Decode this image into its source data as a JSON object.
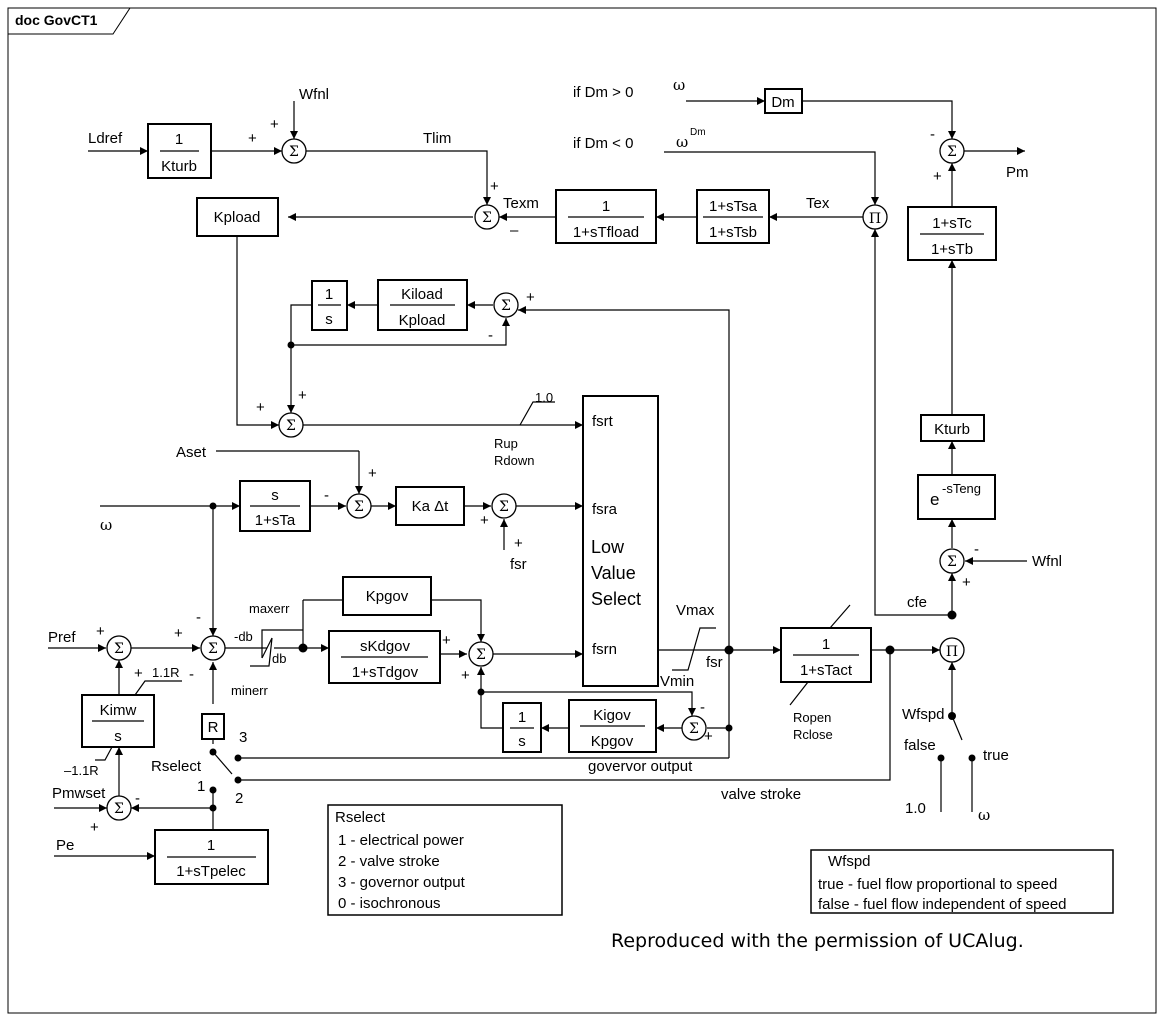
{
  "frame": {
    "title": "doc GovCT1"
  },
  "inputs": {
    "ldref": "Ldref",
    "wfnl_top": "Wfnl",
    "aset": "Aset",
    "omega_main": "ω",
    "pref": "Pref",
    "pmwset": "Pmwset",
    "pe": "Pe",
    "wfnl_right": "Wfnl",
    "omega_dm_pos": "ω",
    "omega_dm_neg": "ω",
    "omega_dm_sup": "Dm",
    "fsr_in": "fsr",
    "omega_wfspd": "ω"
  },
  "conditions": {
    "dm_pos": "if Dm > 0",
    "dm_neg": "if Dm < 0"
  },
  "outputs": {
    "pm": "Pm"
  },
  "blocks": {
    "kturb_left": {
      "num": "1",
      "den": "Kturb"
    },
    "kpload": "Kpload",
    "tfload": {
      "num": "1",
      "den": "1+sTfload"
    },
    "tsa_tsb": {
      "num": "1+sTsa",
      "den": "1+sTsb"
    },
    "dm": "Dm",
    "tc_tb": {
      "num": "1+sTc",
      "den": "1+sTb"
    },
    "integrator_load": {
      "num": "1",
      "den": "s"
    },
    "kiload": {
      "num": "Kiload",
      "den": "Kpload"
    },
    "ta": {
      "num": "s",
      "den": "1+sTa"
    },
    "ka_dt": "Ka Δt",
    "kpgov": "Kpgov",
    "kdgov": {
      "num": "sKdgov",
      "den": "1+sTdgov"
    },
    "integrator_gov": {
      "num": "1",
      "den": "s"
    },
    "kigov": {
      "num": "Kigov",
      "den": "Kpgov"
    },
    "lvs_title": [
      "Low",
      "Value",
      "Select"
    ],
    "lvs_inputs": [
      "fsrt",
      "fsra",
      "fsrn"
    ],
    "tact": {
      "num": "1",
      "den": "1+sTact"
    },
    "kturb_right": "Kturb",
    "teng": {
      "base": "e",
      "sup": "-sTeng"
    },
    "kimw": {
      "num": "Kimw",
      "den": "s"
    },
    "r": "R",
    "tpelec": {
      "num": "1",
      "den": "1+sTpelec"
    }
  },
  "symbols": {
    "sum": "Σ",
    "product": "Π"
  },
  "signs": {
    "s_top": [
      "+",
      "+"
    ],
    "s_tlim": [
      "+",
      "–"
    ],
    "s_pm": [
      "-",
      "+"
    ],
    "s_load": [
      "+",
      "-"
    ],
    "s_ldsum": [
      "+",
      "+"
    ],
    "s_aset": [
      "-",
      "+"
    ],
    "s_fsra": [
      "+",
      "+"
    ],
    "s_pref": [
      "+",
      "+"
    ],
    "s_main": [
      "+",
      "-",
      "-"
    ],
    "s_gov": [
      "+",
      "+"
    ],
    "s_govfb": [
      "-",
      "+"
    ],
    "s_pmw": [
      "+",
      "-"
    ],
    "s_wfnl_r": [
      "-",
      "+"
    ]
  },
  "signal_labels": {
    "tlim": "Tlim",
    "texm": "Texm",
    "tex": "Tex",
    "rup": "Rup",
    "rdown": "Rdown",
    "rate_limit": "1.0",
    "maxerr": "maxerr",
    "minerr": "minerr",
    "neg_db": "-db",
    "db": "db",
    "lim_pos": "1.1R",
    "lim_neg": "–1.1R",
    "vmax": "Vmax",
    "vmin": "Vmin",
    "fsr": "fsr",
    "ropen": "Ropen",
    "rclose": "Rclose",
    "cfe": "cfe",
    "wfspd": "Wfspd",
    "false": "false",
    "true": "true",
    "one_point_zero": "1.0",
    "governor_output": "govervor output",
    "valve_stroke": "valve stroke",
    "rselect": "Rselect",
    "sw_1": "1",
    "sw_2": "2",
    "sw_3": "3"
  },
  "legend_rselect": {
    "title": "Rselect",
    "items": [
      "1  - electrical power",
      "2 - valve stroke",
      "3 - governor output",
      "0  - isochronous"
    ]
  },
  "legend_wfspd": {
    "title": "Wfspd",
    "items": [
      "true - fuel flow proportional to speed",
      "false - fuel flow independent of speed"
    ]
  },
  "attribution": "Reproduced with the permission of UCAlug."
}
